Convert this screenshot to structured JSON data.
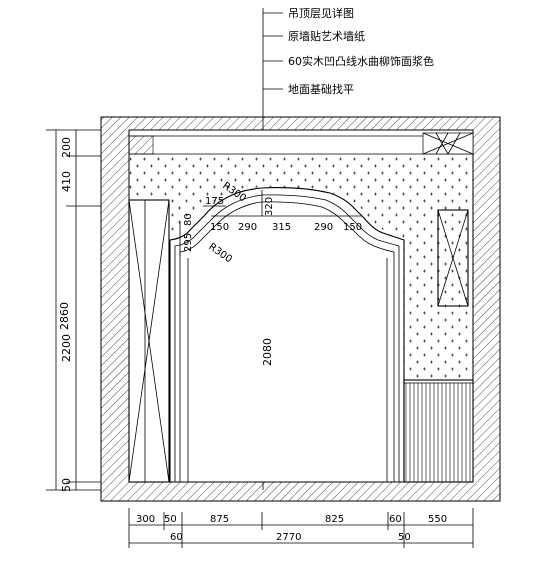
{
  "annotations": [
    "吊顶层见详图",
    "原墙贴艺术墙纸",
    "60实木凹凸线水曲柳饰面浆色",
    "地面基础找平"
  ],
  "left_dims": {
    "overall": "2860",
    "parts": [
      "200",
      "410",
      "2200",
      "50"
    ]
  },
  "arch_dims": {
    "radius_top": "R300",
    "radius_side": "R300",
    "d175": "175",
    "d320": "320",
    "d295": "295",
    "d80": "80",
    "widths": [
      "150",
      "290",
      "315",
      "290",
      "150"
    ]
  },
  "opening_height": "2080",
  "bottom_dims": {
    "top_row": [
      "300",
      "50",
      "875",
      "825",
      "60",
      "550"
    ],
    "bottom_row": [
      "60",
      "2770",
      "50"
    ]
  },
  "colors": {
    "line": "#000000",
    "hatch": "#000000",
    "background": "#ffffff"
  }
}
